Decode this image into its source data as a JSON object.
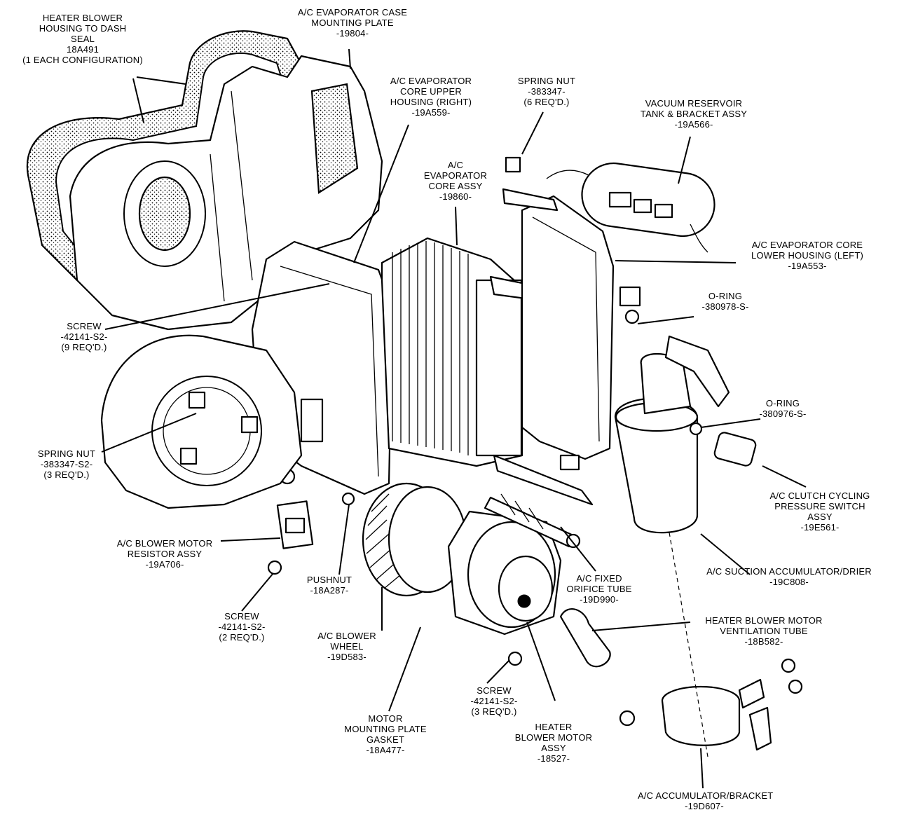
{
  "labels": {
    "seal": [
      "HEATER BLOWER",
      "HOUSING TO DASH",
      "SEAL",
      "18A491",
      "(1 EACH CONFIGURATION)"
    ],
    "mount_plate": [
      "A/C EVAPORATOR CASE",
      "MOUNTING PLATE",
      "-19804-"
    ],
    "upper_housing": [
      "A/C EVAPORATOR",
      "CORE UPPER",
      "HOUSING (RIGHT)",
      "-19A559-"
    ],
    "spring_nut_top": [
      "SPRING NUT",
      "-383347-",
      "(6 REQ'D.)"
    ],
    "vac_reservoir": [
      "VACUUM RESERVOIR",
      "TANK & BRACKET ASSY",
      "-19A566-"
    ],
    "core_assy": [
      "A/C",
      "EVAPORATOR",
      "CORE ASSY",
      "-19860-"
    ],
    "lower_housing": [
      "A/C EVAPORATOR CORE",
      "LOWER HOUSING (LEFT)",
      "-19A553-"
    ],
    "oring_top": [
      "O-RING",
      "-380978-S-"
    ],
    "screw_left": [
      "SCREW",
      "-42141-S2-",
      "(9 REQ'D.)"
    ],
    "oring_right": [
      "O-RING",
      "-380976-S-"
    ],
    "spring_nut_left": [
      "SPRING NUT",
      "-383347-S2-",
      "(3 REQ'D.)"
    ],
    "clutch_switch": [
      "A/C CLUTCH CYCLING",
      "PRESSURE SWITCH",
      "ASSY",
      "-19E561-"
    ],
    "resistor": [
      "A/C BLOWER MOTOR",
      "RESISTOR ASSY",
      "-19A706-"
    ],
    "accumulator_drier": [
      "A/C SUCTION ACCUMULATOR/DRIER",
      "-19C808-"
    ],
    "pushnut": [
      "PUSHNUT",
      "-18A287-"
    ],
    "orifice_tube": [
      "A/C FIXED",
      "ORIFICE TUBE",
      "-19D990-"
    ],
    "screw_lower_left": [
      "SCREW",
      "-42141-S2-",
      "(2 REQ'D.)"
    ],
    "blower_wheel": [
      "A/C BLOWER",
      "WHEEL",
      "-19D583-"
    ],
    "vent_tube": [
      "HEATER BLOWER MOTOR",
      "VENTILATION TUBE",
      "-18B582-"
    ],
    "screw_bottom": [
      "SCREW",
      "-42141-S2-",
      "(3 REQ'D.)"
    ],
    "gasket": [
      "MOTOR",
      "MOUNTING PLATE",
      "GASKET",
      "-18A477-"
    ],
    "blower_motor": [
      "HEATER",
      "BLOWER MOTOR",
      "ASSY",
      "-18527-"
    ],
    "accumulator_bracket": [
      "A/C ACCUMULATOR/BRACKET",
      "-19D607-"
    ]
  }
}
